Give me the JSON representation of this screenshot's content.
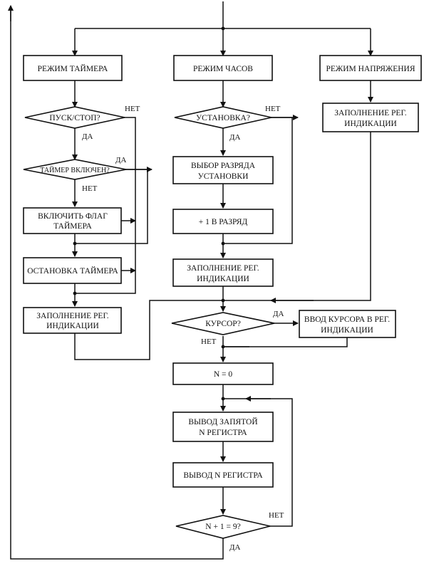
{
  "blocks": {
    "timer_mode": "РЕЖИМ ТАЙМЕРА",
    "clock_mode": "РЕЖИМ ЧАСОВ",
    "voltage_mode": "РЕЖИМ НАПРЯЖЕНИЯ",
    "start_stop": "ПУСК/СТОП?",
    "timer_on": "ТАЙМЕР ВКЛЮЧЕН?",
    "set_timer_flag_1": "ВКЛЮЧИТЬ ФЛАГ",
    "set_timer_flag_2": "ТАЙМЕРА",
    "stop_timer": "ОСТАНОВКА ТАЙМЕРА",
    "fill_left_1": "ЗАПОЛНЕНИЕ РЕГ.",
    "fill_left_2": "ИНДИКАЦИИ",
    "setting": "УСТАНОВКА?",
    "select_digit_1": "ВЫБОР РАЗРЯДА",
    "select_digit_2": "УСТАНОВКИ",
    "plus_one": "+ 1 В РАЗРЯД",
    "fill_center_1": "ЗАПОЛНЕНИЕ РЕГ.",
    "fill_center_2": "ИНДИКАЦИИ",
    "fill_right_1": "ЗАПОЛНЕНИЕ РЕГ.",
    "fill_right_2": "ИНДИКАЦИИ",
    "cursor": "КУРСОР?",
    "cursor_input_1": "ВВОД КУРСОРА В РЕГ.",
    "cursor_input_2": "ИНДИКАЦИИ",
    "n_zero": "N = 0",
    "output_comma_1": "ВЫВОД ЗАПЯТОЙ",
    "output_comma_2": "N РЕГИСТРА",
    "output_reg": "ВЫВОД N РЕГИСТРА",
    "n_plus_one": "N + 1 = 9?"
  },
  "labels": {
    "no_start_stop": "НЕТ",
    "yes_start_stop": "ДА",
    "yes_timer_on": "ДА",
    "no_timer_on": "НЕТ",
    "no_setting": "НЕТ",
    "yes_setting": "ДА",
    "yes_cursor": "ДА",
    "no_cursor": "НЕТ",
    "no_n": "НЕТ",
    "yes_n": "ДА"
  }
}
